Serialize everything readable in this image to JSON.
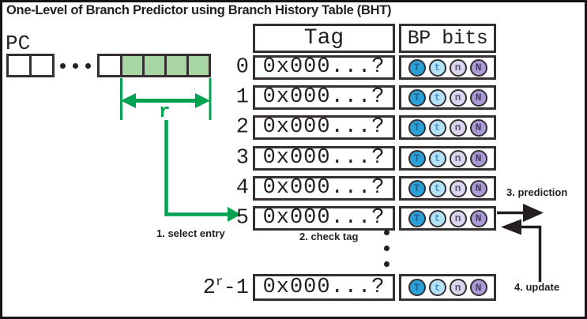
{
  "title": "One-Level of Branch Predictor using Branch History Table (BHT)",
  "pc": {
    "label": "PC",
    "bit_width_label": "r"
  },
  "table": {
    "headers": {
      "tag": "Tag",
      "bp": "BP bits"
    },
    "rows": [
      {
        "index": "0",
        "tag": "0x000...?",
        "bp": [
          "T",
          "t",
          "n",
          "N"
        ]
      },
      {
        "index": "1",
        "tag": "0x000...?",
        "bp": [
          "T",
          "t",
          "n",
          "N"
        ]
      },
      {
        "index": "2",
        "tag": "0x000...?",
        "bp": [
          "T",
          "t",
          "n",
          "N"
        ]
      },
      {
        "index": "3",
        "tag": "0x000...?",
        "bp": [
          "T",
          "t",
          "n",
          "N"
        ]
      },
      {
        "index": "4",
        "tag": "0x000...?",
        "bp": [
          "T",
          "t",
          "n",
          "N"
        ]
      },
      {
        "index": "5",
        "tag": "0x000...?",
        "bp": [
          "T",
          "t",
          "n",
          "N"
        ]
      }
    ],
    "last_row": {
      "index_base": "2",
      "index_sup": "r",
      "index_rest": "-1",
      "tag": "0x000...?",
      "bp": [
        "T",
        "t",
        "n",
        "N"
      ]
    }
  },
  "annotations": {
    "select_entry": "1. select entry",
    "check_tag": "2. check tag",
    "prediction": "3. prediction",
    "update": "4. update"
  },
  "icons": {
    "pc_ellipsis": "horizontal-dots",
    "table_ellipsis": "vertical-dots"
  },
  "colors": {
    "ink": "#231f20",
    "outline": "#362f31",
    "green": "#00a14f",
    "light_green": "#a8d5a4",
    "bp": {
      "T": {
        "fill": "#2aa0d8",
        "text": "#2c5f86"
      },
      "t": {
        "fill": "#b4e2f6",
        "text": "#4a94c4"
      },
      "n": {
        "fill": "#dcd6ee",
        "text": "#5c5570"
      },
      "N": {
        "fill": "#a99cd6",
        "text": "#433d5e"
      }
    }
  }
}
